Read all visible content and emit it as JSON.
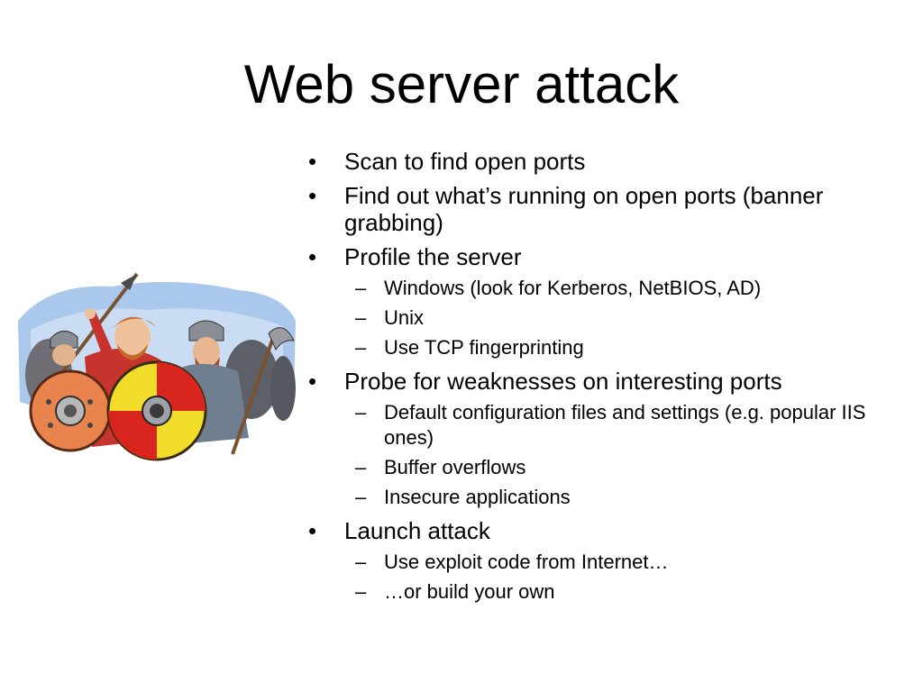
{
  "slide": {
    "title": "Web server attack",
    "clipart_icon": "viking-warriors-clipart",
    "bullets": [
      {
        "text": "Scan to find open ports",
        "sub": []
      },
      {
        "text": "Find out what’s running on open ports (banner grabbing)",
        "sub": []
      },
      {
        "text": "Profile the server",
        "sub": [
          "Windows (look for Kerberos, NetBIOS, AD)",
          "Unix",
          "Use TCP fingerprinting"
        ]
      },
      {
        "text": "Probe for weaknesses on interesting ports",
        "sub": [
          "Default configuration files and settings (e.g. popular IIS ones)",
          "Buffer overflows",
          "Insecure applications"
        ]
      },
      {
        "text": "Launch attack",
        "sub": [
          "Use exploit code from Internet…",
          "…or build your own"
        ]
      }
    ]
  }
}
